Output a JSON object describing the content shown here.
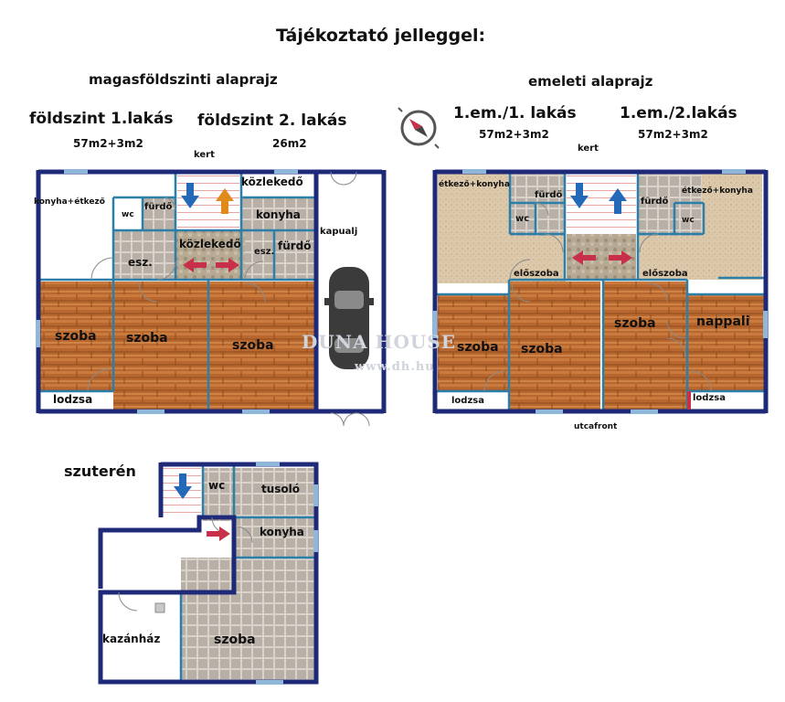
{
  "header": {
    "title": "Tájékoztató jelleggel:"
  },
  "ground": {
    "heading": "magasföldszinti alaprajz",
    "apt1_title": "földszint 1.lakás",
    "apt1_area": "57m2+3m2",
    "apt2_title": "földszint 2. lakás",
    "apt2_area": "26m2",
    "kert": "kert",
    "rooms": {
      "konyha_etkezo": "konyha+étkező",
      "wc": "wc",
      "furdo1": "fürdő",
      "kozlekedo_top": "közlekedő",
      "konyha": "konyha",
      "kapualj": "kapualj",
      "esz1": "esz.",
      "kozlekedo_mid": "közlekedő",
      "esz2": "esz.",
      "furdo2": "fürdő",
      "szoba1": "szoba",
      "szoba2": "szoba",
      "szoba3": "szoba",
      "lodzsa": "lodzsa"
    }
  },
  "upper": {
    "heading": "emeleti alaprajz",
    "apt1_title": "1.em./1. lakás",
    "apt1_area": "57m2+3m2",
    "apt2_title": "1.em./2.lakás",
    "apt2_area": "57m2+3m2",
    "kert": "kert",
    "utcafront": "utcafront",
    "rooms": {
      "etkezo_konyha1": "étkező+konyha",
      "furdo1": "fürdő",
      "wc1": "wc",
      "furdo2": "fürdő",
      "etkezo_konyha2": "étkező+konyha",
      "wc2": "wc",
      "eloszoba1": "előszoba",
      "eloszoba2": "előszoba",
      "szoba1": "szoba",
      "szoba2": "szoba",
      "szoba3": "szoba",
      "nappali": "nappali",
      "lodzsa1": "lodzsa",
      "lodzsa2": "lodzsa"
    }
  },
  "basement": {
    "heading": "szuterén",
    "rooms": {
      "wc": "wc",
      "tusolo": "tusoló",
      "konyha": "konyha",
      "kazanhaz": "kazánház",
      "szoba": "szoba"
    }
  },
  "watermark": {
    "brand": "DUNA HOUSE",
    "url": "www.dh.hu"
  },
  "colors": {
    "wall": "#1e2a78",
    "partition": "#2c7fa8",
    "wood": "#b8672e",
    "tile": "#bdb5ac",
    "carpet": "#d8c4a6",
    "arrow_blue": "#2369b8",
    "arrow_red": "#c8304a",
    "arrow_orange": "#e08a1c"
  },
  "icons": [
    "compass-icon",
    "car-icon",
    "stair-arrow-icon",
    "direction-arrow-icon"
  ]
}
